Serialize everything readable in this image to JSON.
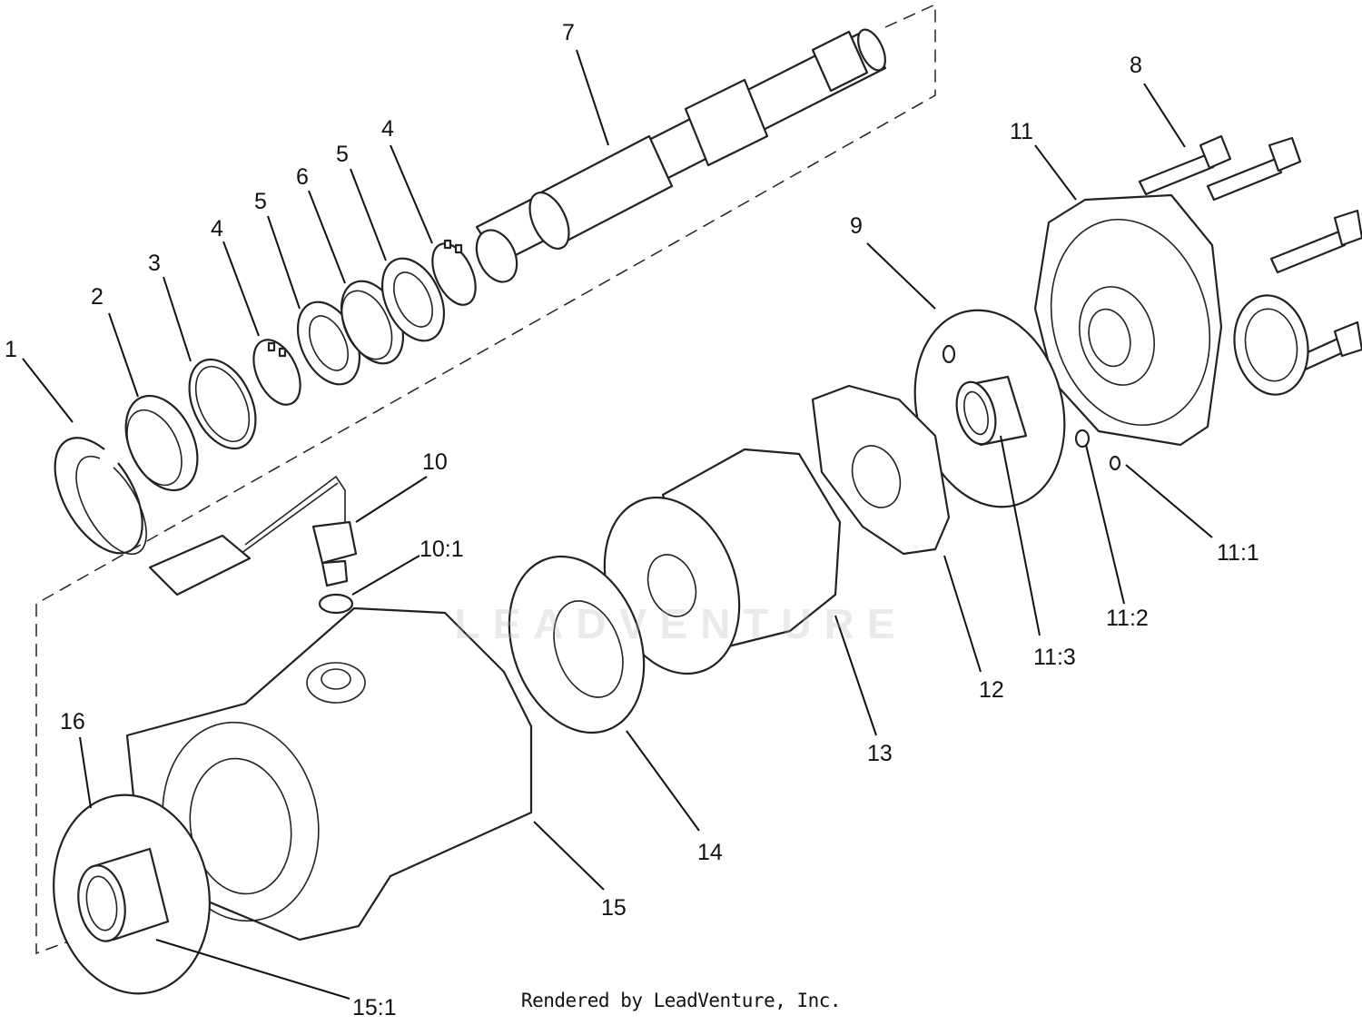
{
  "diagram": {
    "callouts": [
      {
        "id": "c1",
        "text": "1"
      },
      {
        "id": "c2",
        "text": "2"
      },
      {
        "id": "c3",
        "text": "3"
      },
      {
        "id": "c4a",
        "text": "4"
      },
      {
        "id": "c5a",
        "text": "5"
      },
      {
        "id": "c6",
        "text": "6"
      },
      {
        "id": "c5b",
        "text": "5"
      },
      {
        "id": "c4b",
        "text": "4"
      },
      {
        "id": "c7",
        "text": "7"
      },
      {
        "id": "c8",
        "text": "8"
      },
      {
        "id": "c11",
        "text": "11"
      },
      {
        "id": "c9",
        "text": "9"
      },
      {
        "id": "c10",
        "text": "10"
      },
      {
        "id": "c10-1",
        "text": "10:1"
      },
      {
        "id": "c11-1",
        "text": "11:1"
      },
      {
        "id": "c11-2",
        "text": "11:2"
      },
      {
        "id": "c11-3",
        "text": "11:3"
      },
      {
        "id": "c12",
        "text": "12"
      },
      {
        "id": "c13",
        "text": "13"
      },
      {
        "id": "c14",
        "text": "14"
      },
      {
        "id": "c15",
        "text": "15"
      },
      {
        "id": "c16",
        "text": "16"
      },
      {
        "id": "c15-1",
        "text": "15:1"
      }
    ],
    "watermark": "LEADVENTURE",
    "footer": "Rendered by LeadVenture, Inc."
  },
  "colors": {
    "line": "#222222",
    "background": "#ffffff",
    "watermark": "#b4b4b4"
  }
}
